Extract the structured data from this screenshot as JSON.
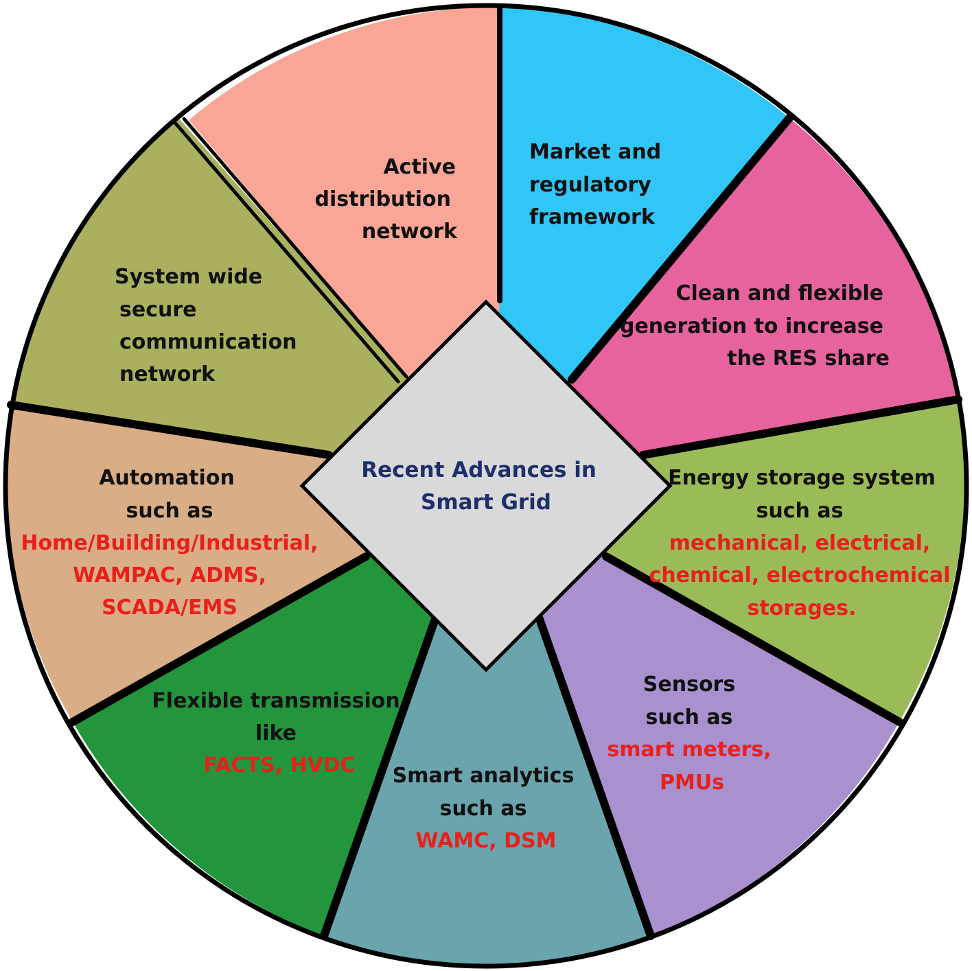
{
  "center": {
    "lines": [
      "Recent Advances in",
      "Smart Grid"
    ],
    "fill": "#d9d9d9",
    "text_color": "#1f2f6b"
  },
  "segments": [
    {
      "id": "active-distribution-network",
      "fill": "#f9a697",
      "lines": [
        {
          "t": "Active"
        },
        {
          "t": "distribution"
        },
        {
          "t": "network"
        }
      ]
    },
    {
      "id": "market-regulatory-framework",
      "fill": "#31c6f7",
      "lines": [
        {
          "t": "Market and"
        },
        {
          "t": "regulatory"
        },
        {
          "t": "framework"
        }
      ]
    },
    {
      "id": "clean-flexible-generation",
      "fill": "#e6639e",
      "lines": [
        {
          "t": "Clean and flexible"
        },
        {
          "t": "generation to increase"
        },
        {
          "t": "the RES share"
        }
      ]
    },
    {
      "id": "energy-storage-system",
      "fill": "#9bbb59",
      "lines": [
        {
          "t": "Energy storage system"
        },
        {
          "t": "such as"
        },
        {
          "t": "mechanical, electrical,",
          "red": true
        },
        {
          "t": "chemical, electrochemical",
          "red": true
        },
        {
          "t": "storages.",
          "red": true
        }
      ]
    },
    {
      "id": "sensors",
      "fill": "#a991cf",
      "lines": [
        {
          "t": "Sensors"
        },
        {
          "t": "such as"
        },
        {
          "t": "smart meters,",
          "red": true
        },
        {
          "t": "PMUs",
          "red": true
        }
      ]
    },
    {
      "id": "smart-analytics",
      "fill": "#6aa5ad",
      "lines": [
        {
          "t": "Smart analytics"
        },
        {
          "t": "such as"
        },
        {
          "t": "WAMC, DSM",
          "red": true
        }
      ]
    },
    {
      "id": "flexible-transmission",
      "fill": "#22953d",
      "lines": [
        {
          "t": "Flexible transmission"
        },
        {
          "t": "like"
        },
        {
          "t": "FACTS, HVDC",
          "red": true
        }
      ]
    },
    {
      "id": "automation",
      "fill": "#d9ae86",
      "lines": [
        {
          "t": "Automation"
        },
        {
          "t": "such as"
        },
        {
          "t": "Home/Building/Industrial,",
          "red": true
        },
        {
          "t": "WAMPAC, ADMS,",
          "red": true
        },
        {
          "t": "SCADA/EMS",
          "red": true
        }
      ]
    },
    {
      "id": "secure-communication-network",
      "fill": "#aab05d",
      "lines": [
        {
          "t": "System wide"
        },
        {
          "t": "secure"
        },
        {
          "t": "communication"
        },
        {
          "t": "network"
        }
      ]
    }
  ]
}
